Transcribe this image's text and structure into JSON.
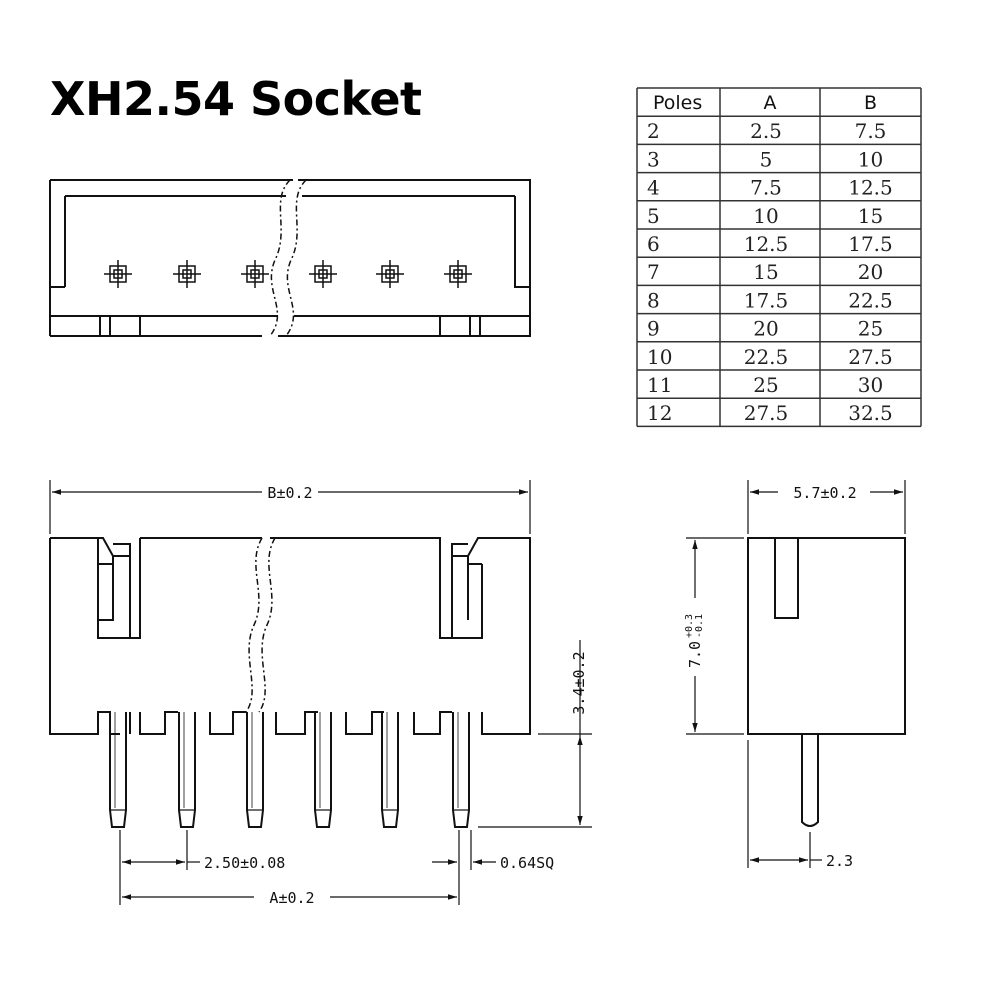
{
  "title": "XH2.54 Socket",
  "table": {
    "headers": [
      "Poles",
      "A",
      "B"
    ],
    "rows": [
      [
        "2",
        "2.5",
        "7.5"
      ],
      [
        "3",
        "5",
        "10"
      ],
      [
        "4",
        "7.5",
        "12.5"
      ],
      [
        "5",
        "10",
        "15"
      ],
      [
        "6",
        "12.5",
        "17.5"
      ],
      [
        "7",
        "15",
        "20"
      ],
      [
        "8",
        "17.5",
        "22.5"
      ],
      [
        "9",
        "20",
        "25"
      ],
      [
        "10",
        "22.5",
        "27.5"
      ],
      [
        "11",
        "25",
        "30"
      ],
      [
        "12",
        "27.5",
        "32.5"
      ]
    ]
  },
  "dimensions": {
    "b_width": "B±0.2",
    "a_width": "A±0.2",
    "pitch": "2.50±0.08",
    "pin_square": "0.64SQ",
    "pin_length": "3.4±0.2",
    "side_width": "5.7±0.2",
    "height_base": "7.0",
    "height_tol_plus": "+0.3",
    "height_tol_minus": "-0.1",
    "pin_offset": "2.3"
  }
}
